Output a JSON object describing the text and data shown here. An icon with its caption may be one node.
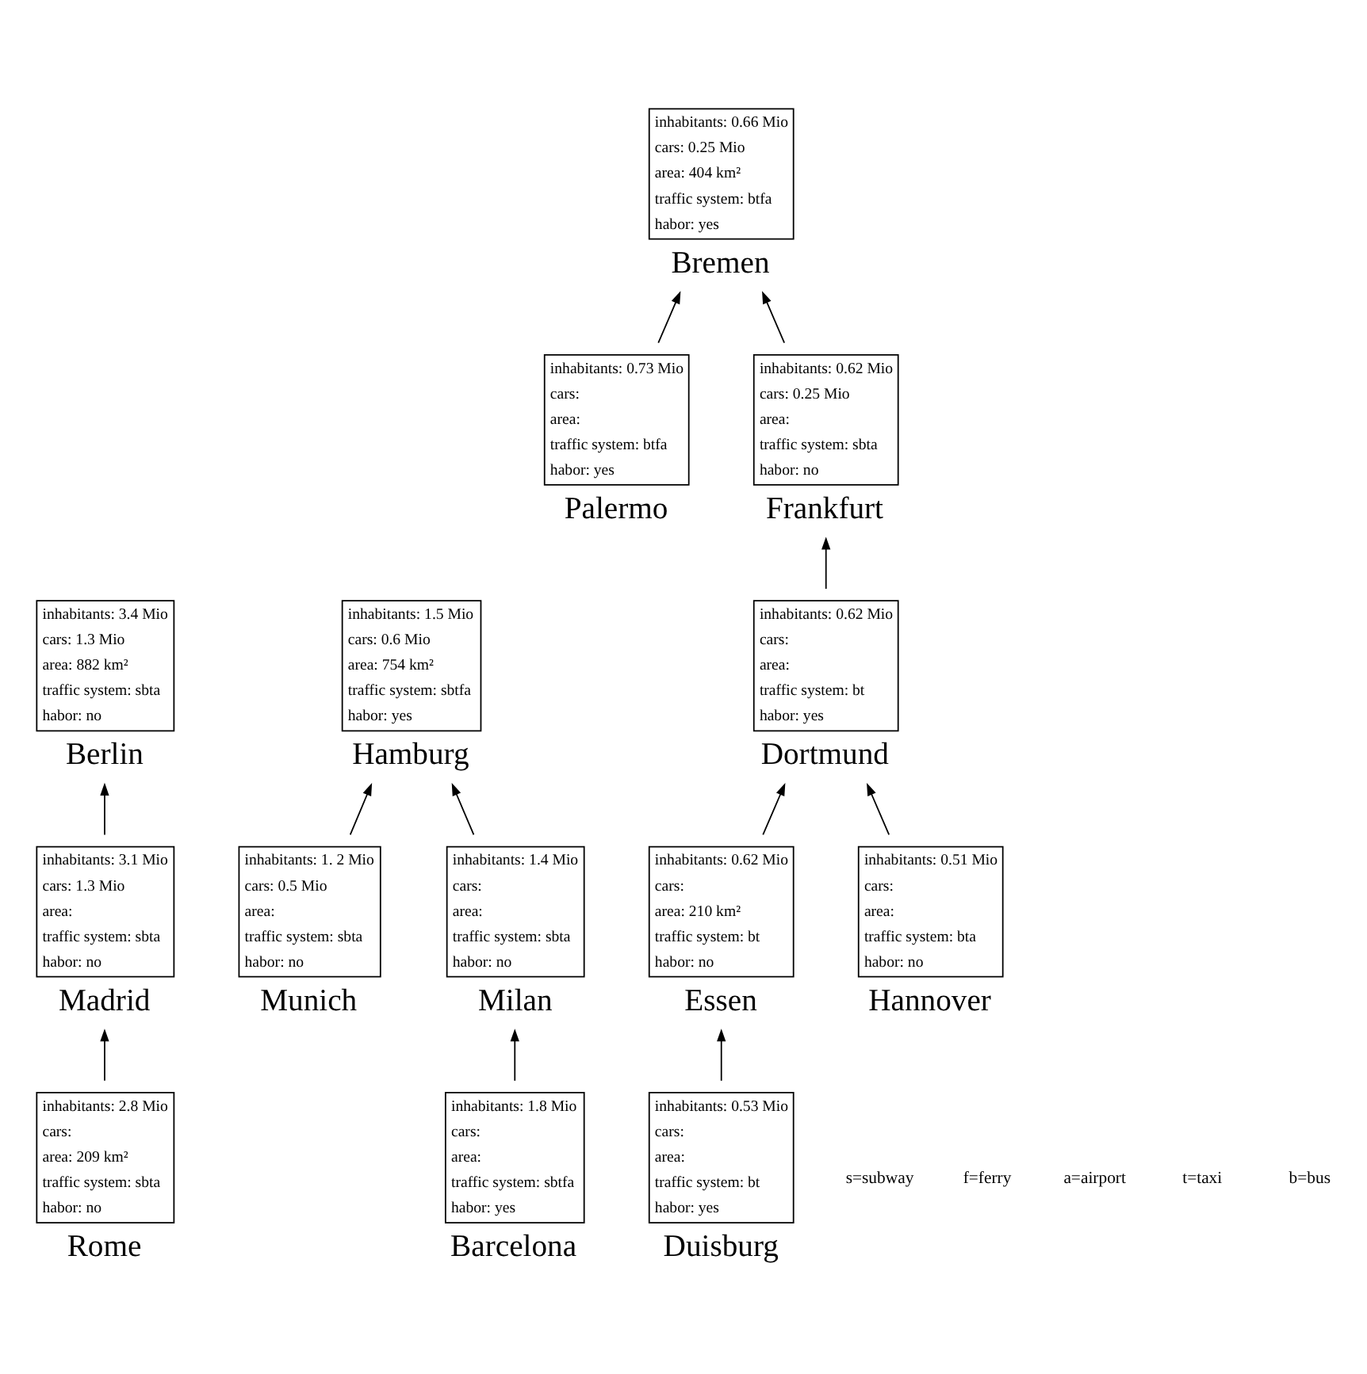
{
  "diagram": {
    "nodes": [
      {
        "text": [
          "inhabitants: 3.4 Mio",
          "cars: 1.3 Mio",
          "area: 882 km²",
          "traffic system: sbta",
          "habor: no"
        ],
        "beside": [
          "Berlin"
        ]
      },
      {
        "text": [
          "inhabitants: 1.5 Mio",
          "cars: 0.6 Mio",
          "area: 754 km²",
          "traffic system: sbtfa",
          "habor: yes"
        ],
        "beside": [
          "Hamburg"
        ]
      },
      {
        "text": [
          "inhabitants: 0.66 Mio",
          "cars: 0.25 Mio",
          "area: 404 km²",
          "traffic system: btfa",
          "habor: yes"
        ],
        "beside": [
          "Bremen"
        ]
      },
      {
        "text": [
          "inhabitants: 3.1 Mio",
          "cars: 1.3 Mio",
          "area:",
          "traffic system: sbta",
          "habor: no"
        ],
        "beside": [
          "Madrid"
        ]
      },
      {
        "text": [
          "inhabitants: 1. 2 Mio",
          "cars: 0.5 Mio",
          "area:",
          "traffic system: sbta",
          "habor: no"
        ],
        "beside": [
          "Munich"
        ]
      },
      {
        "text": [
          "inhabitants: 0.73 Mio",
          "cars:",
          "area:",
          "traffic system: btfa",
          "habor: yes"
        ],
        "beside": [
          "Palermo"
        ]
      },
      {
        "text": [
          "inhabitants: 0.62 Mio",
          "cars: 0.25 Mio",
          "area:",
          "traffic system: sbta",
          "habor: no"
        ],
        "beside": [
          "Frankfurt"
        ]
      },
      {
        "text": [
          "inhabitants: 1.4 Mio",
          "cars:",
          "area:",
          "traffic system: sbta",
          "habor: no"
        ],
        "beside": [
          "Milan"
        ]
      },
      {
        "text": [
          "inhabitants: 0.62 Mio",
          "cars:",
          "area: 210 km²",
          "traffic system: bt",
          "habor: no"
        ],
        "beside": [
          "Essen"
        ]
      },
      {
        "text": [
          "inhabitants: 0.62 Mio",
          "cars:",
          "area:",
          "traffic system: bt",
          "habor: yes"
        ],
        "beside": [
          "Dortmund"
        ]
      },
      {
        "text": [
          "inhabitants: 2.8 Mio",
          "cars:",
          "area: 209 km²",
          "traffic system: sbta",
          "habor: no"
        ],
        "beside": [
          "Rome"
        ]
      },
      {
        "text": [
          "inhabitants: 1.8 Mio",
          "cars:",
          "area:",
          "traffic system: sbtfa",
          "habor: yes"
        ],
        "beside": [
          "Barcelona"
        ]
      },
      {
        "text": [
          "inhabitants: 0.53 Mio",
          "cars:",
          "area:",
          "traffic system: bt",
          "habor: yes"
        ],
        "beside": [
          "Duisburg"
        ]
      },
      {
        "text": [
          "inhabitants: 0.51 Mio",
          "cars:",
          "area:",
          "traffic system: bta",
          "habor: no"
        ],
        "beside": [
          "Hannover"
        ]
      }
    ],
    "edges": [
      {
        "from": 3,
        "to": 0,
        "arrow": "to"
      },
      {
        "from": 10,
        "to": 3,
        "arrow": "to"
      },
      {
        "from": 4,
        "to": 1,
        "arrow": "to"
      },
      {
        "from": 7,
        "to": 1,
        "arrow": "to"
      },
      {
        "from": 11,
        "to": 7,
        "arrow": "to"
      },
      {
        "from": 5,
        "to": 2,
        "arrow": "to"
      },
      {
        "from": 6,
        "to": 2,
        "arrow": "to"
      },
      {
        "from": 9,
        "to": 6,
        "arrow": "to"
      },
      {
        "from": 8,
        "to": 9,
        "arrow": "to"
      },
      {
        "from": 12,
        "to": 8,
        "arrow": "to"
      },
      {
        "from": 13,
        "to": 9,
        "arrow": "to"
      }
    ],
    "labels": [
      "b=bus",
      "t=taxi",
      "a=airport",
      "f=ferry",
      "s=subway"
    ]
  }
}
